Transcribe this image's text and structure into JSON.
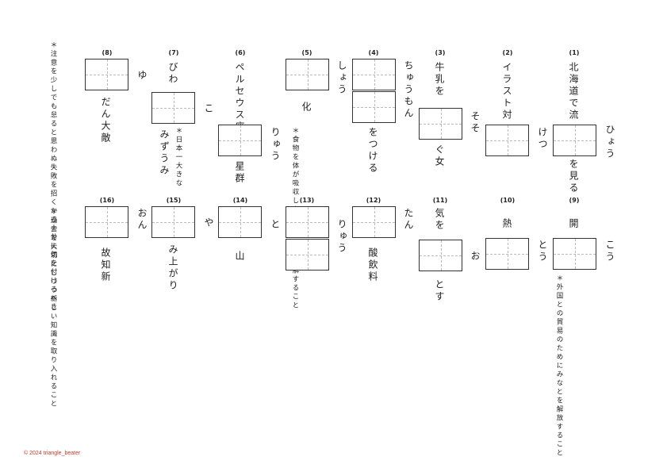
{
  "questions": [
    {
      "num": "(1)",
      "before": "北海道で流",
      "after": "を見る",
      "side": "ひょう"
    },
    {
      "num": "(2)",
      "before": "イラスト対",
      "side": "けつ"
    },
    {
      "num": "(3)",
      "before": "牛乳を",
      "after": "ぐ女",
      "side": "そそ"
    },
    {
      "num": "(4)",
      "after": "をつける",
      "side": "ちゅうもん"
    },
    {
      "num": "(5)",
      "before": "化",
      "side": "しょう",
      "note": "＊食物を体が吸収しやすいように分解すること"
    },
    {
      "num": "(6)",
      "before": "ペルセウス座",
      "after": "星群",
      "side": "りゅう"
    },
    {
      "num": "(7)",
      "before": "びわ",
      "after": "みずうみ",
      "side": "こ",
      "note": "＊日本一大きな"
    },
    {
      "num": "(8)",
      "after": "だん大敵",
      "side": "ゆ"
    },
    {
      "num": "(9)",
      "before": "開",
      "side": "こう",
      "note": "＊外国との貿易のためにみなとを解放すること"
    },
    {
      "num": "(10)",
      "before": "熱",
      "side": "とう"
    },
    {
      "num": "(11)",
      "before": "気を",
      "after": "とす",
      "side": "お"
    },
    {
      "num": "(12)",
      "after": "酸飲料",
      "side": "たん"
    },
    {
      "num": "(13)",
      "side": "りゅう"
    },
    {
      "num": "(14)",
      "after": "山",
      "side": "と"
    },
    {
      "num": "(15)",
      "after": "み上がり",
      "side": "や"
    },
    {
      "num": "(16)",
      "after": "故知新",
      "side": "おん"
    }
  ],
  "left_notes": {
    "top": "＊注意を少しでも怠ると思わぬ失敗を招くから十分に気を付けるべき",
    "bottom": "＊過去を大切にしつつ新しい知識を取り入れること"
  },
  "copyright": "© 2024 triangle_beater"
}
